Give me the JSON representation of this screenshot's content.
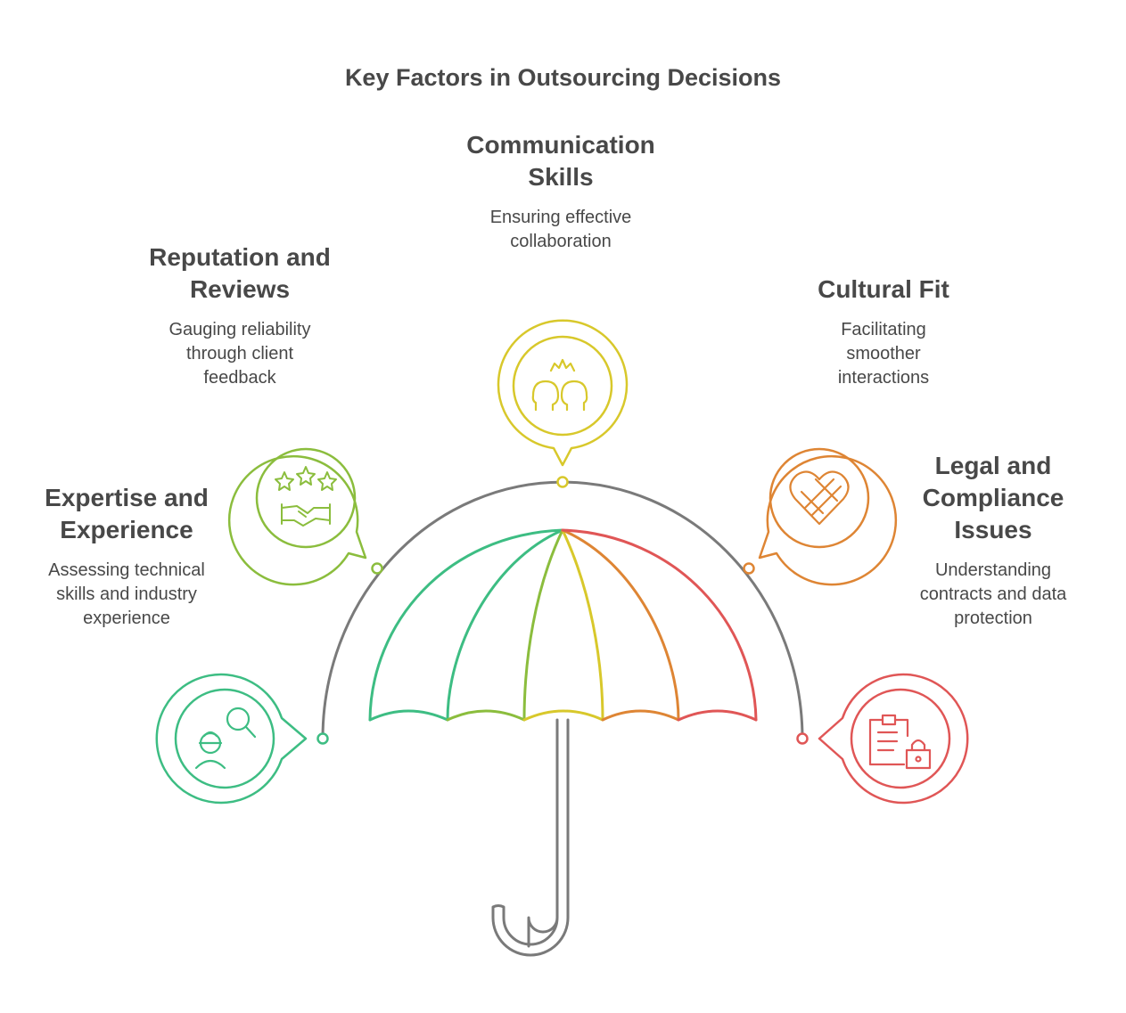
{
  "title": "Key Factors in Outsourcing Decisions",
  "factors": [
    {
      "key": "expertise",
      "heading": "Expertise and\nExperience",
      "description": "Assessing technical\nskills and industry\nexperience",
      "color": "#3dbd83",
      "icon": "engineer-search-icon"
    },
    {
      "key": "reputation",
      "heading": "Reputation and\nReviews",
      "description": "Gauging reliability\nthrough client\nfeedback",
      "color": "#8bbd3d",
      "icon": "stars-handshake-icon"
    },
    {
      "key": "communication",
      "heading": "Communication\nSkills",
      "description": "Ensuring effective\ncollaboration",
      "color": "#d8c82b",
      "icon": "people-collaboration-icon"
    },
    {
      "key": "cultural",
      "heading": "Cultural Fit",
      "description": "Facilitating\nsmoother\ninteractions",
      "color": "#de8534",
      "icon": "heart-bandage-icon"
    },
    {
      "key": "legal",
      "heading": "Legal and\nCompliance\nIssues",
      "description": "Understanding\ncontracts and data\nprotection",
      "color": "#e05656",
      "icon": "clipboard-lock-icon"
    }
  ],
  "arc_color": "#7a7a7a"
}
